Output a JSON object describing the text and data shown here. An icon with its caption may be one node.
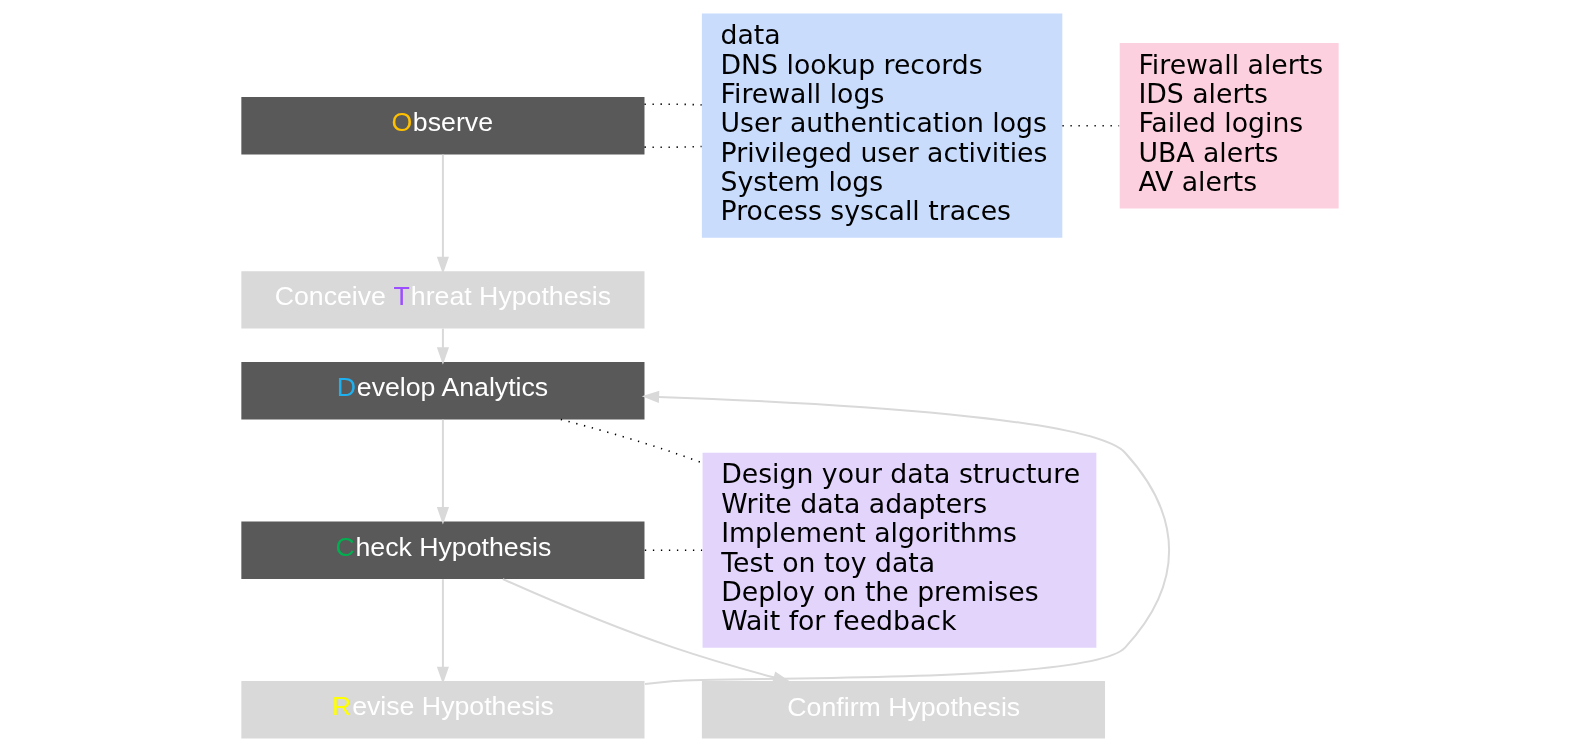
{
  "diagram": {
    "nodes": [
      {
        "text": [
          "Observe"
        ]
      },
      {
        "text": [
          "Conceive Threat Hypothesis"
        ]
      },
      {
        "text": [
          "Develop Analytics"
        ]
      },
      {
        "text": [
          "Check Hypothesis"
        ]
      },
      {
        "text": [
          "Revise Hypothesis"
        ]
      },
      {
        "text": [
          "Confirm Hypothesis"
        ]
      },
      {
        "text": [
          "data",
          "DNS lookup records",
          "Firewall logs",
          "User authentication logs",
          "Privileged user activities",
          "System logs",
          "Process syscall traces"
        ]
      },
      {
        "text": [
          "Firewall alerts",
          "IDS alerts",
          "Failed logins",
          "UBA alerts",
          "AV alerts"
        ]
      },
      {
        "text": [
          "Design your data structure",
          "Write data adapters",
          "Implement algorithms",
          "Test on toy data",
          "Deploy on the premises",
          "Wait for feedback"
        ]
      }
    ],
    "edges": [
      {
        "from": 0,
        "to": 1,
        "arrow": "to"
      },
      {
        "from": 1,
        "to": 2,
        "arrow": "to"
      },
      {
        "from": 2,
        "to": 3,
        "arrow": "to"
      },
      {
        "from": 3,
        "to": 4,
        "arrow": "to"
      },
      {
        "from": 4,
        "to": 2,
        "arrow": "to"
      },
      {
        "from": 3,
        "to": 5,
        "arrow": "to"
      },
      {
        "from": 0,
        "to": 6,
        "arrow": "none",
        "style": "dashed",
        "color": "#000000"
      },
      {
        "from": 0,
        "to": 6,
        "arrow": "none",
        "style": "dashed",
        "color": "#000000"
      },
      {
        "from": 6,
        "to": 7,
        "arrow": "none",
        "style": "dashed",
        "color": "#000000"
      },
      {
        "from": 2,
        "to": 8,
        "arrow": "none",
        "style": "dashed",
        "color": "#000000"
      },
      {
        "from": 3,
        "to": 8,
        "arrow": "none",
        "style": "dashed",
        "color": "#000000"
      }
    ]
  }
}
